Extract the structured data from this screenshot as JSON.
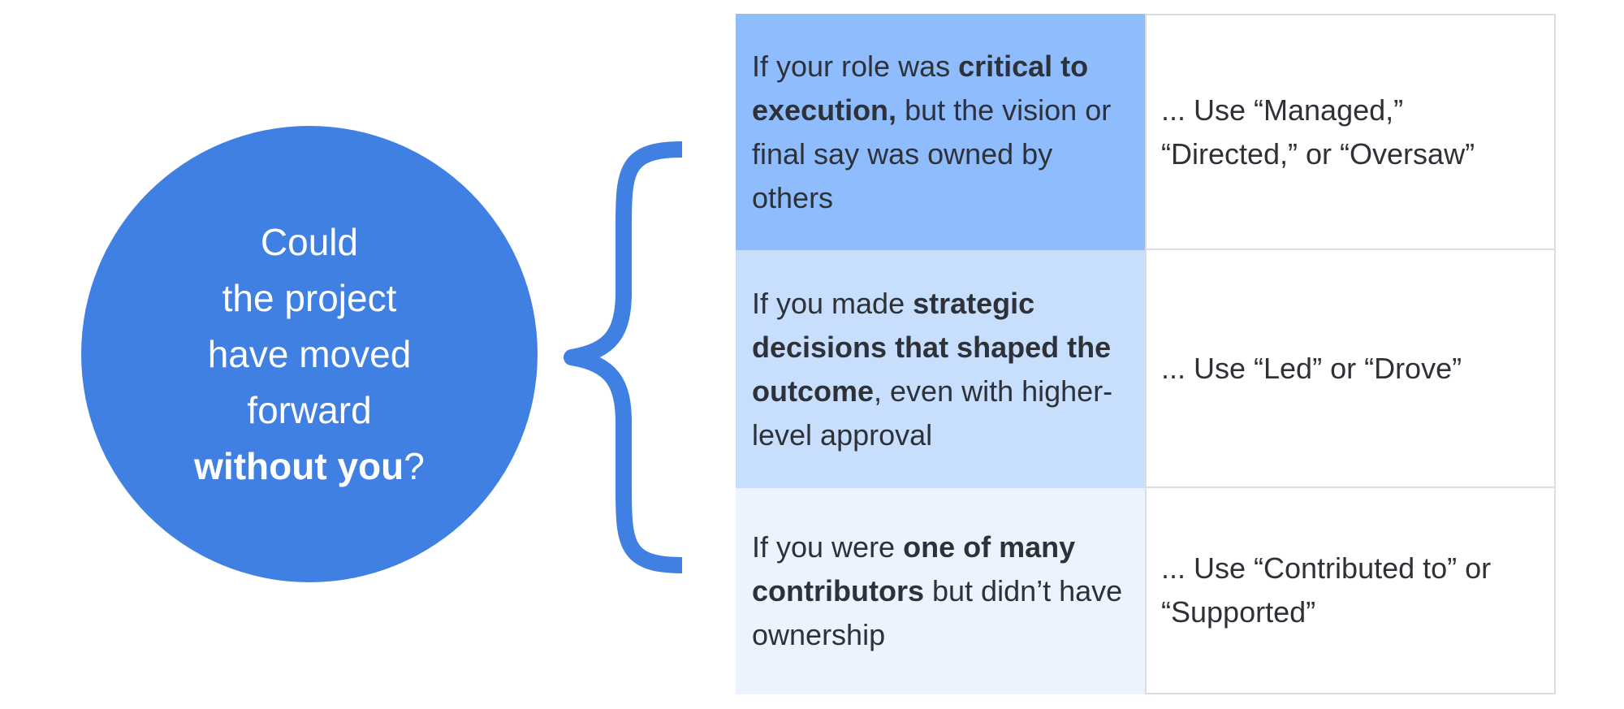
{
  "question": {
    "line1": "Could",
    "line2": "the project",
    "line3": "have moved",
    "line4": "forward",
    "line5_bold": "without you",
    "line5_tail": "?"
  },
  "rows": [
    {
      "condition": {
        "before": "If your role was ",
        "bold": "critical to execution,",
        "after": " but the vision or final say was owned by others"
      },
      "advice": "... Use “Managed,” “Directed,” or “Oversaw”"
    },
    {
      "condition": {
        "before": "If you made ",
        "bold": "strategic decisions that shaped the outcome",
        "after": ", even with higher-level approval"
      },
      "advice": "... Use “Led” or “Drove”"
    },
    {
      "condition": {
        "before": "If you were ",
        "bold": "one of many contributors",
        "after": " but didn’t have ownership"
      },
      "advice": "... Use “Contributed to” or “Supported”"
    }
  ],
  "colors": {
    "circle": "#4080e3",
    "brace": "#4080e3",
    "row1_fill": "#8fbcfc",
    "row2_fill": "#c7defd",
    "row3_fill": "#eaf3fe",
    "border": "#dadde3",
    "text": "#2e3138"
  }
}
